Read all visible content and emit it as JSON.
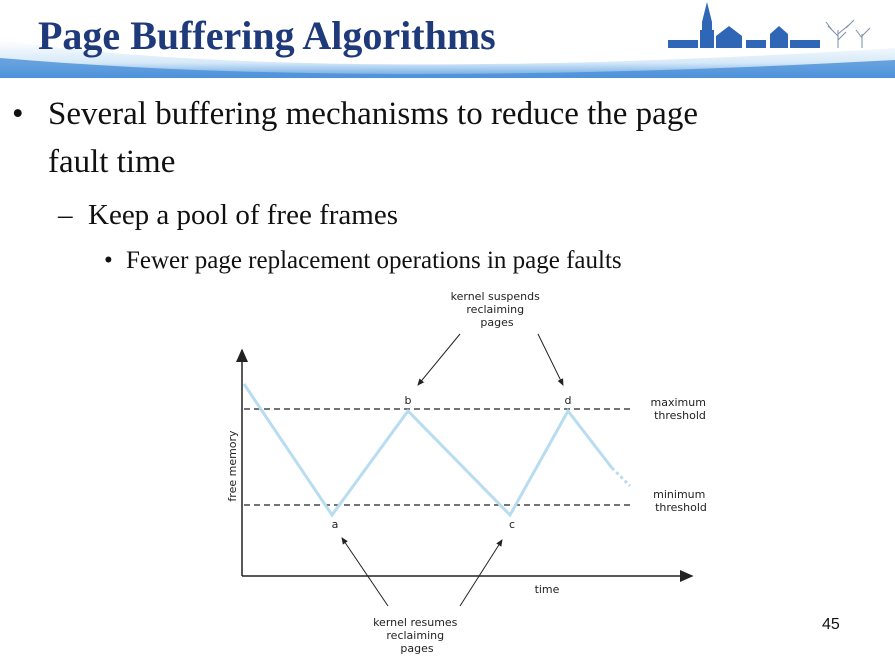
{
  "slide": {
    "title": "Page Buffering Algorithms",
    "page_number": "45",
    "bullets": {
      "level1_line1": "Several buffering mechanisms to reduce the page",
      "level1_line2": "fault time",
      "level2": "Keep a pool of free frames",
      "level3": "Fewer page replacement operations in page faults"
    },
    "markers": {
      "level1": "•",
      "level2": "–",
      "level3": "•"
    }
  },
  "diagram": {
    "y_axis_label": "free memory",
    "x_axis_label": "time",
    "max_threshold": [
      "maximum",
      "threshold"
    ],
    "min_threshold": [
      "minimum",
      "threshold"
    ],
    "points": {
      "a": "a",
      "b": "b",
      "c": "c",
      "d": "d"
    },
    "suspend_note": [
      "kernel suspends",
      "reclaiming",
      "pages"
    ],
    "resume_note": [
      "kernel resumes",
      "reclaiming",
      "pages"
    ]
  },
  "colors": {
    "title": "#1f3a7a",
    "header_gradient_start": "#4a8fd8",
    "header_gradient_end": "#e9f3fb",
    "trace": "#b8dcf0"
  }
}
